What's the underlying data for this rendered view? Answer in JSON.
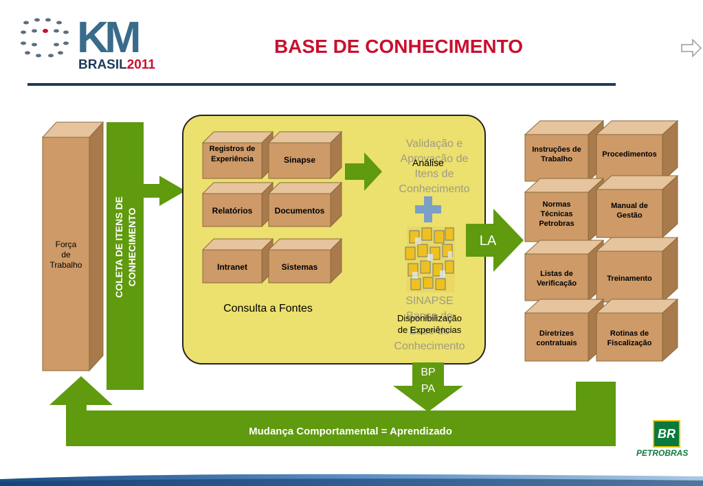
{
  "header": {
    "title": "BASE DE CONHECIMENTO",
    "logo_main": "KM",
    "logo_brasil": "BRASIL",
    "logo_year": "2011",
    "next_icon": "arrow-right-outline-icon"
  },
  "left": {
    "forca": [
      "Força",
      "de",
      "Trabalho"
    ],
    "coleta": [
      "COLETA DE ITENS DE",
      "CONHECIMENTO"
    ]
  },
  "sources": {
    "boxes": [
      "Registros de Experiência",
      "Sinapse",
      "Relatórios",
      "Documentos",
      "Intranet",
      "Sistemas"
    ],
    "caption": "Consulta a Fontes"
  },
  "center": {
    "validacao_lines": [
      "Validação e",
      "Aprovação de",
      "Itens de",
      "Conhecimento"
    ],
    "analise": "Análise",
    "sinapse_lines": [
      "SINAPSE",
      "Banco de",
      "Base de",
      "Conhecimento"
    ],
    "disp_lines": [
      "Disponibilização",
      "de Experiências"
    ]
  },
  "arrows": {
    "la": "LA",
    "bp": "BP",
    "pa": "PA",
    "feedback": "Mudança Comportamental = Aprendizado"
  },
  "outputs": [
    [
      "Instruções de",
      "Trabalho"
    ],
    [
      "Procedimentos"
    ],
    [
      "Normas",
      "Técnicas",
      "Petrobras"
    ],
    [
      "Manual de",
      "Gestão"
    ],
    [
      "Listas de",
      "Verificação"
    ],
    [
      "Treinamento"
    ],
    [
      "Diretrizes",
      "contratuais"
    ],
    [
      "Rotinas de",
      "Fiscalização"
    ]
  ],
  "footer": {
    "petrobras_logo": "BR",
    "petrobras_name": "PETROBRAS"
  },
  "colors": {
    "title": "#c8102e",
    "green": "#5f9a0f",
    "box": "#cd9a68",
    "panel": "#ece06e"
  }
}
